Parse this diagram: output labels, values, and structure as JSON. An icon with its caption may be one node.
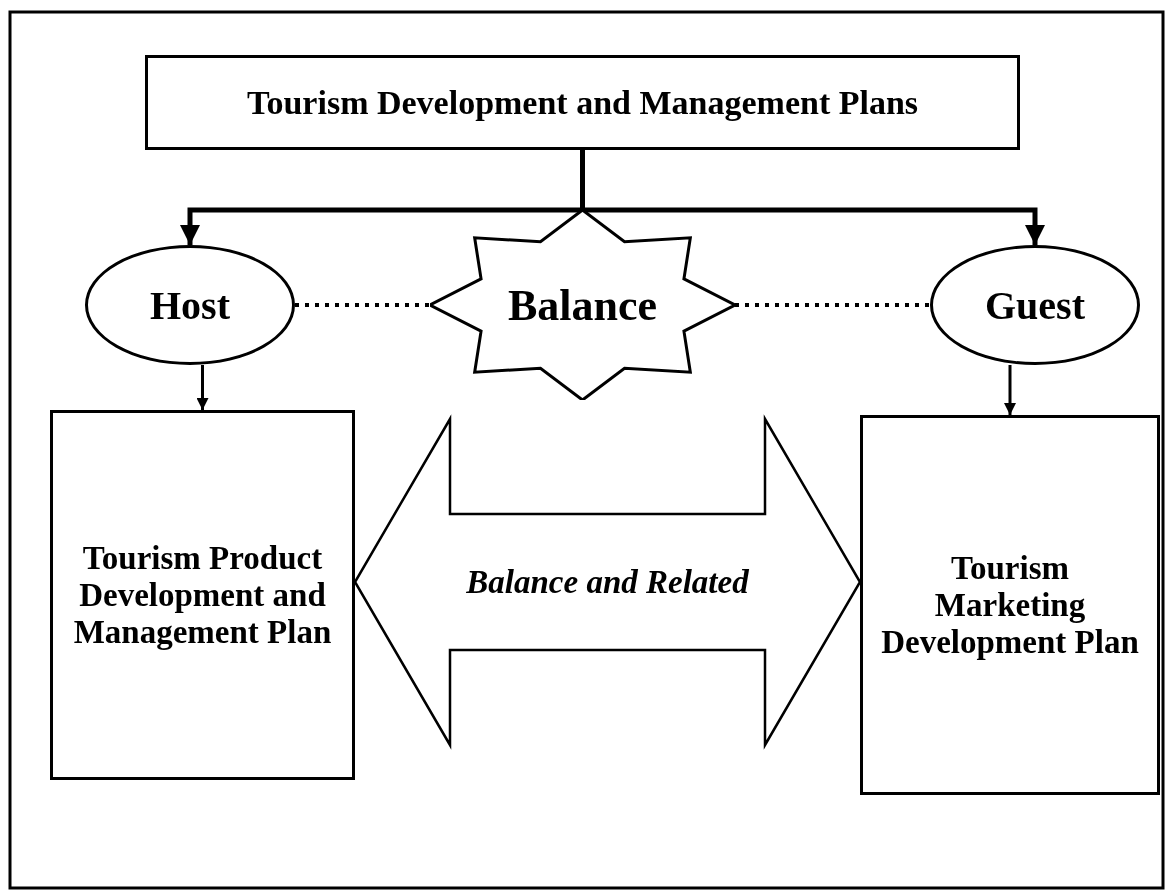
{
  "diagram": {
    "nodes": [
      {
        "text": [
          "Tourism Development and Management Plans"
        ]
      },
      {
        "text": [
          "Host"
        ]
      },
      {
        "text": [
          "Balance"
        ]
      },
      {
        "text": [
          "Guest"
        ]
      },
      {
        "text": [
          "Tourism Product Development and Management Plan"
        ]
      },
      {
        "text": [
          "Tourism Marketing Development Plan"
        ]
      }
    ],
    "edges": [
      {
        "from": 0,
        "to": 1,
        "arrow": "to"
      },
      {
        "from": 0,
        "to": 3,
        "arrow": "to"
      },
      {
        "from": 1,
        "to": 2,
        "arrow": "none",
        "style": "dashed"
      },
      {
        "from": 2,
        "to": 3,
        "arrow": "none",
        "style": "dashed"
      },
      {
        "from": 1,
        "to": 4,
        "arrow": "to"
      },
      {
        "from": 3,
        "to": 5,
        "arrow": "to"
      },
      {
        "from": 4,
        "to": 5,
        "arrow": "both",
        "style": "thick",
        "label": "Balance and Related"
      }
    ]
  }
}
